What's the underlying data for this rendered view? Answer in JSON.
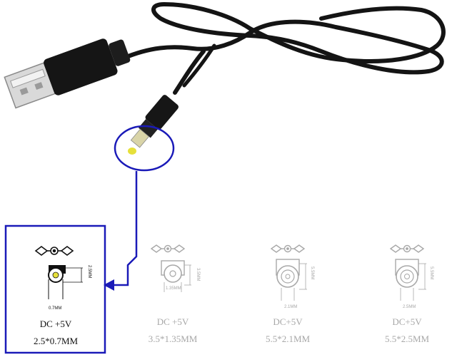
{
  "colors": {
    "highlight": "#1a1ab8",
    "cable": "#111111",
    "tip": "#e6e03a",
    "faded": "#a8a8a8"
  },
  "panels": [
    {
      "dc_label": "DC +5V",
      "size_label": "2.5*0.7MM",
      "width_dim": "0.7MM",
      "height_dim": "2.5MM",
      "highlighted": true
    },
    {
      "dc_label": "DC +5V",
      "size_label": "3.5*1.35MM",
      "width_dim": "1.35MM",
      "height_dim": "3.5MM",
      "highlighted": false
    },
    {
      "dc_label": "DC+5V",
      "size_label": "5.5*2.1MM",
      "width_dim": "2.1MM",
      "height_dim": "5.5MM",
      "highlighted": false
    },
    {
      "dc_label": "DC+5V",
      "size_label": "5.5*2.5MM",
      "width_dim": "2.5MM",
      "height_dim": "5.5MM",
      "highlighted": false
    }
  ]
}
